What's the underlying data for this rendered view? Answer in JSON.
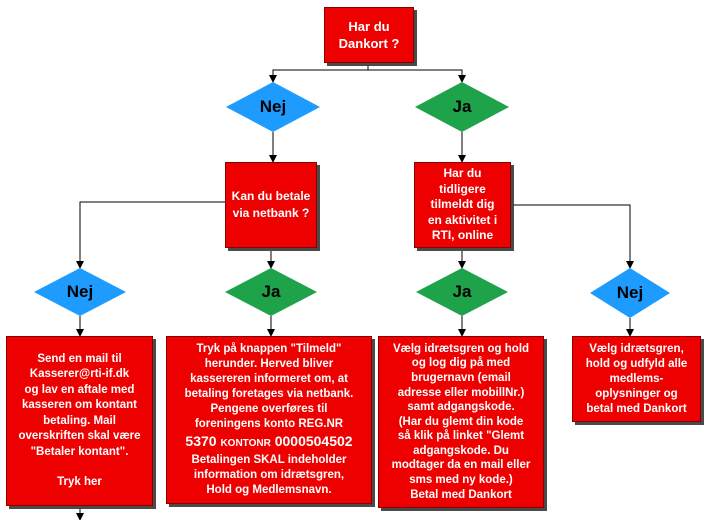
{
  "start": {
    "lines": [
      "Har du",
      "Dankort ?"
    ]
  },
  "level1": {
    "left": {
      "label": "Nej",
      "color": "#1e9bff"
    },
    "right": {
      "label": "Ja",
      "color": "#1ea34a"
    }
  },
  "netbank_question": {
    "lines": [
      "Kan du betale",
      "via netbank ?"
    ]
  },
  "registered_question": {
    "lines": [
      "Har du",
      "tidligere",
      "tilmeldt dig",
      "en aktivitet i",
      "RTI, online"
    ]
  },
  "level2": {
    "a": {
      "label": "Nej",
      "color": "#1e9bff"
    },
    "b": {
      "label": "Ja",
      "color": "#1ea34a"
    },
    "c": {
      "label": "Ja",
      "color": "#1ea34a"
    },
    "d": {
      "label": "Nej",
      "color": "#1e9bff"
    }
  },
  "box_cash": {
    "lines": [
      "Send en mail til",
      "Kasserer@rti-if.dk",
      "og lav en aftale med",
      "kasseren om kontant",
      "betaling. Mail",
      "overskriften skal være",
      "\"Betaler kontant\".",
      "",
      "Tryk her"
    ]
  },
  "box_netbank": {
    "intro": [
      "Tryk på knappen \"Tilmeld\"",
      "herunder. Herved bliver",
      "kassereren informeret om, at",
      "betaling foretages via netbank.",
      "Pengene overføres til",
      "foreningens konto REG.NR"
    ],
    "reg_nr": "5370",
    "kontonr_label": "KONTONR",
    "kontonr": "0000504502",
    "outro": [
      "Betalingen SKAL indeholder",
      "information om idrætsgren,",
      "Hold og Medlemsnavn."
    ]
  },
  "box_login": {
    "lines": [
      "Vælg idrætsgren og hold",
      "og log dig på med",
      "brugernavn (email",
      "adresse eller mobillNr.)",
      "samt adgangskode.",
      "(Har du glemt din kode",
      "så klik på linket \"Glemt",
      "adgangskode. Du",
      "modtager da en mail eller",
      "sms med ny kode.)",
      "Betal med Dankort"
    ]
  },
  "box_new": {
    "lines": [
      "Vælg idrætsgren,",
      "hold og udfyld alle",
      "medlems-",
      "oplysninger og",
      "betal med Dankort"
    ]
  },
  "colors": {
    "box": "#ee0000",
    "shadow": "#4a4a4a",
    "line": "#000000"
  }
}
